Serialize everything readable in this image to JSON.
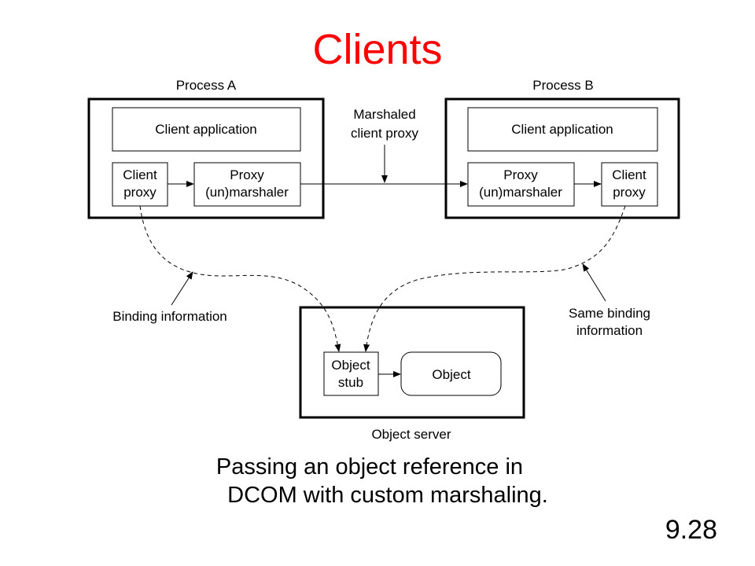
{
  "slide": {
    "title": "Clients",
    "caption_line1": "Passing an object reference in",
    "caption_line2": "DCOM with custom marshaling.",
    "slide_number": "9.28",
    "title_color": "#ff0000"
  },
  "diagram": {
    "process_a": {
      "label": "Process A",
      "client_application": "Client application",
      "client_proxy": [
        "Client",
        "proxy"
      ],
      "proxy_unmarshaler": [
        "Proxy",
        "(un)marshaler"
      ]
    },
    "process_b": {
      "label": "Process B",
      "client_application": "Client application",
      "proxy_unmarshaler": [
        "Proxy",
        "(un)marshaler"
      ],
      "client_proxy": [
        "Client",
        "proxy"
      ]
    },
    "marshaled_client_proxy": [
      "Marshaled",
      "client proxy"
    ],
    "binding_information": "Binding information",
    "same_binding_information": [
      "Same binding",
      "information"
    ],
    "object_server": {
      "label": "Object server",
      "object_stub": [
        "Object",
        "stub"
      ],
      "object": "Object"
    }
  }
}
